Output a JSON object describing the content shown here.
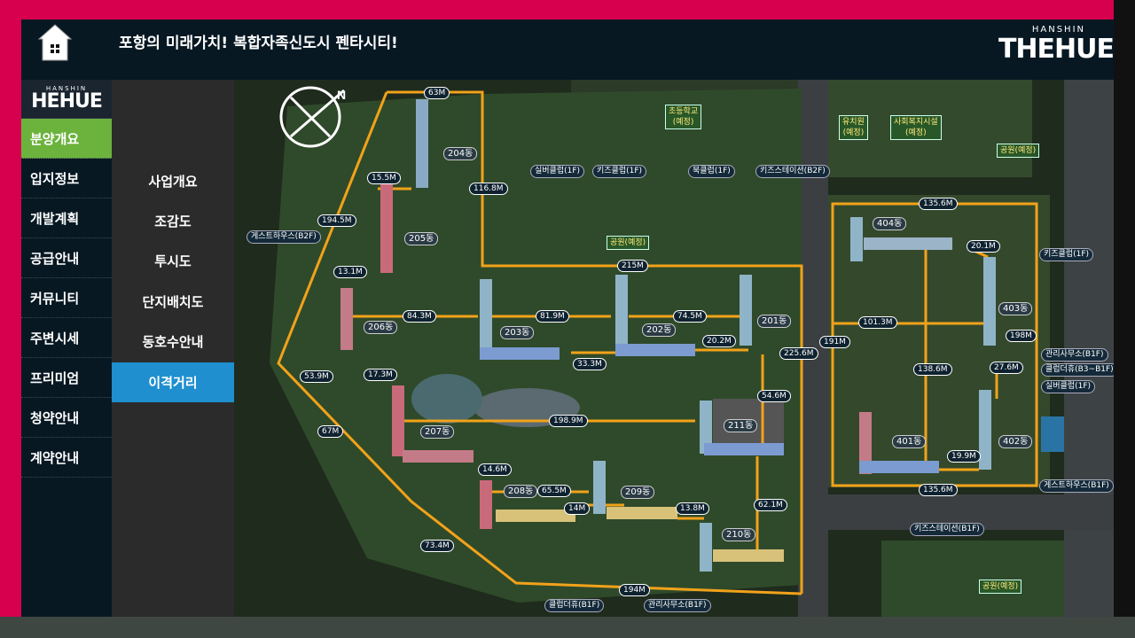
{
  "header": {
    "headline": "포항의 미래가치! 복합자족신도시 펜타시티!",
    "brand_sub": "HANSHIN",
    "brand_main": "THEHUE"
  },
  "sidebar": {
    "logo_sub": "HANSHIN",
    "logo_main": "HEHUE",
    "items": [
      {
        "label": "분양개요"
      },
      {
        "label": "입지정보"
      },
      {
        "label": "개발계획"
      },
      {
        "label": "공급안내"
      },
      {
        "label": "커뮤니티"
      },
      {
        "label": "주변시세"
      },
      {
        "label": "프리미엄"
      },
      {
        "label": "청약안내"
      },
      {
        "label": "계약안내"
      }
    ]
  },
  "submenu": {
    "items": [
      {
        "label": "사업개요"
      },
      {
        "label": "조감도"
      },
      {
        "label": "투시도"
      },
      {
        "label": "단지배치도"
      },
      {
        "label": "동호수안내"
      },
      {
        "label": "이격거리"
      }
    ]
  },
  "map": {
    "facilities": {
      "school": "초등학교\n(예정)",
      "kinder": "유치원\n(예정)",
      "welfare": "사회복지시설\n(예정)",
      "park_ne": "공원(예정)",
      "park_center": "공원(예정)",
      "park_se": "공원(예정)",
      "silver": "실버클럽(1F)",
      "kids": "키즈클럽(1F)",
      "book": "북클럽(1F)",
      "kidsstation": "키즈스테이션(B2F)",
      "guesthouse_w": "게스트하우스(B2F)",
      "kidsclub_e": "키즈클럽(1F)",
      "office_e": "관리사무소(B1F)",
      "clubhouse_e": "클럽더휴(B3~B1F)",
      "silver_e": "실버클럽(1F)",
      "guesthouse_e": "게스트하우스(B1F)",
      "kidsstation_s": "키즈스테이션(B1F)",
      "clubhouse_s": "클럽더휴(B1F)",
      "office_s": "관리사무소(B1F)"
    },
    "buildings": {
      "b204": "204동",
      "b205": "205동",
      "b206": "206동",
      "b203": "203동",
      "b202": "202동",
      "b201": "201동",
      "b207": "207동",
      "b211": "211동",
      "b208": "208동",
      "b209": "209동",
      "b210": "210동",
      "b404": "404동",
      "b403": "403동",
      "b401": "401동",
      "b402": "402동"
    },
    "distances": {
      "d1": "63M",
      "d2": "15.5M",
      "d3": "116.8M",
      "d4": "194.5M",
      "d5": "13.1M",
      "d6": "84.3M",
      "d7": "81.9M",
      "d8": "74.5M",
      "d9": "215M",
      "d10": "20.2M",
      "d11": "33.3M",
      "d12": "225.6M",
      "d13": "53.9M",
      "d14": "17.3M",
      "d15": "54.6M",
      "d16": "67M",
      "d17": "198.9M",
      "d18": "14.6M",
      "d19": "65.5M",
      "d20": "14M",
      "d21": "13.8M",
      "d22": "62.1M",
      "d23": "73.4M",
      "d24": "194M",
      "d25": "135.6M",
      "d26": "20.1M",
      "d27": "101.3M",
      "d28": "191M",
      "d29": "198M",
      "d30": "138.6M",
      "d31": "27.6M",
      "d32": "19.9M",
      "d33": "135.6M"
    },
    "colors": {
      "line": "#f2a21a",
      "accent": "#6cb33e",
      "frame": "#d6004f",
      "active_sub": "#1f8fcf"
    }
  }
}
